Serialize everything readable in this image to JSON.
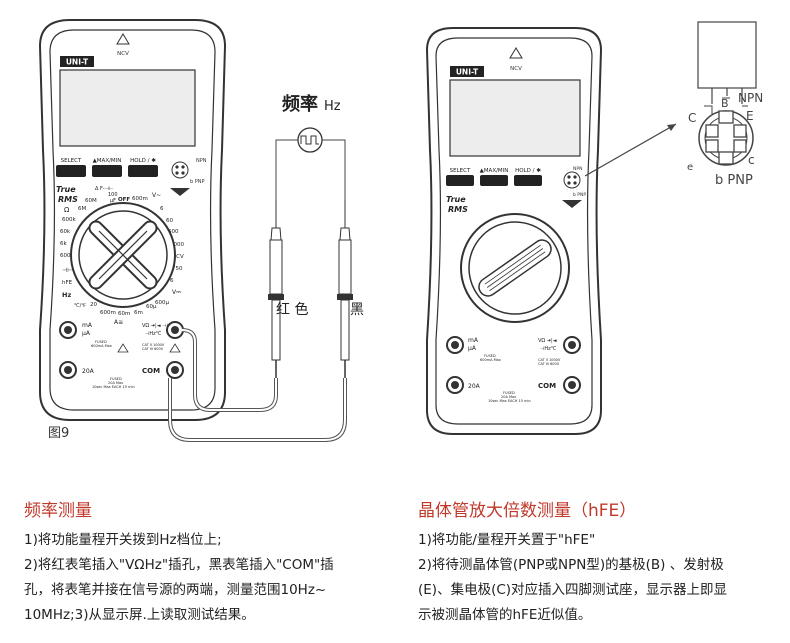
{
  "left_meter": {
    "brand": "UNI-T",
    "ncv": "NCV",
    "btn_select": "SELECT",
    "btn_max_min": "▲MAX/MIN",
    "btn_hold": "HOLD / ✱",
    "true_rms_1": "True",
    "true_rms_2": "RMS",
    "npn": "NPN",
    "pnp": "b PNP",
    "dial": {
      "off": "OFF",
      "ohm": "Ω",
      "ohm_60m": "60M",
      "ohm_6m": "6M",
      "ohm_600k": "600k",
      "ohm_60k": "60k",
      "ohm_6k": "6k",
      "ohm_600": "600",
      "v600m": "600m",
      "v_ac": "V~",
      "v6": "6",
      "v60": "60",
      "v600": "600",
      "v1000": "1000",
      "ncv": "NCV",
      "v750": "750",
      "v_dc": "V⎓",
      "hfe": "hFE",
      "hz": "Hz",
      "temp": "℃/℉",
      "a20": "20",
      "ua600m": "600m",
      "ua60m": "60m",
      "ua6m": "6m",
      "ua600u": "600μ",
      "ua60u": "60μ",
      "amp_sym": "A≅",
      "cap_sym": "⊣⊢",
      "f_label": "Δ F-⊣⊢",
      "f100": "100",
      "f_unit": "μF"
    },
    "jack_ma": "mA",
    "jack_ua": "μA",
    "jack_20a": "20A",
    "jack_com": "COM",
    "jack_v": "VΩ ➜|◄ ⊣⊢",
    "jack_hz": "⊣Hz℃",
    "fused_1": "FUSED",
    "fused_2": "600mA Max",
    "cat_1": "CAT II 1000V",
    "cat_2": "CAT III 600V",
    "fused20_1": "FUSED",
    "fused20_2": "20A Max",
    "fused20_3": "10sec Max EACH 15 min",
    "fig_label": "图9"
  },
  "signal": {
    "title": "频率",
    "unit": "Hz",
    "red_label": "红 色",
    "black_label": "黑"
  },
  "right_meter": {
    "brand": "UNI-T",
    "ncv": "NCV",
    "btn_select": "SELECT",
    "btn_max_min": "▲MAX/MIN",
    "btn_hold": "HOLD / ✱",
    "true_rms_1": "True",
    "true_rms_2": "RMS",
    "npn": "NPN",
    "pnp": "b PNP",
    "jack_ma": "mA",
    "jack_ua": "μA",
    "jack_20a": "20A",
    "jack_com": "COM",
    "jack_v": "VΩ ➜|◄",
    "jack_hz": "⊣Hz℃",
    "fused_1": "FUSED",
    "fused_2": "600mA Max",
    "fused20_1": "FUSED",
    "fused20_2": "20A Max",
    "fused20_3": "10sec Max EACH 15 min",
    "cat_1": "CAT II 1000V",
    "cat_2": "CAT III 600V"
  },
  "transistor": {
    "c": "C",
    "b": "B",
    "e": "E",
    "npn": "NPN",
    "e_lower": "e",
    "c_lower": "c",
    "pnp": "b PNP"
  },
  "left_text": {
    "title": "频率测量",
    "line1": "1)将功能量程开关拨到Hz档位上;",
    "line2": "2)将红表笔插入\"VΩHz\"插孔，黑表笔插入\"COM\"插",
    "line3": "孔，将表笔并接在信号源的两端，测量范围10Hz~",
    "line4": "10MHz;3)从显示屏.上读取测试结果。"
  },
  "right_text": {
    "title": "晶体管放大倍数测量（hFE）",
    "line1": "1)将功能/量程开关置于\"hFE\"",
    "line2": "2)将待测晶体管(PNP或NPN型)的基极(B) 、发射极",
    "line3": "(E)、集电极(C)对应插入四脚测试座，显示器上即显",
    "line4": "示被测晶体管的hFE近似值。"
  },
  "colors": {
    "heading": "#c0392b",
    "body_text": "#222222",
    "outline": "#333333",
    "screen": "#ededed"
  }
}
